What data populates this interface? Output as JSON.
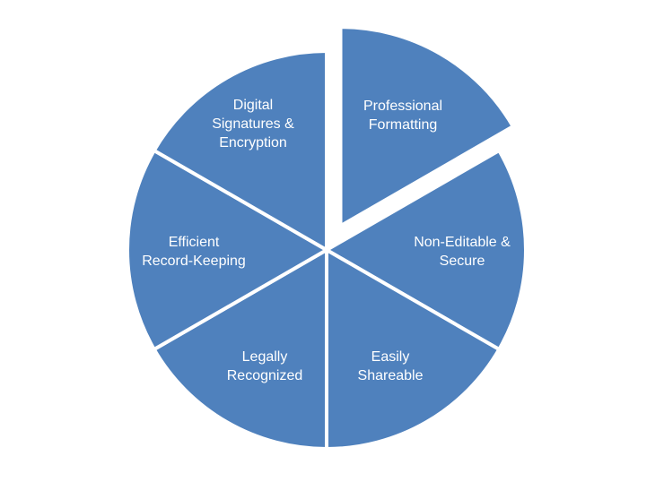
{
  "diagram": {
    "type": "exploded-pie",
    "fill_color": "#4F81BD",
    "border_color": "#FFFFFF",
    "exploded_segment": 0,
    "segments": [
      {
        "lines": [
          "Professional",
          "Formatting"
        ]
      },
      {
        "lines": [
          "Non-Editable &",
          "Secure"
        ]
      },
      {
        "lines": [
          "Easily",
          "Shareable"
        ]
      },
      {
        "lines": [
          "Legally",
          "Recognized"
        ]
      },
      {
        "lines": [
          "Efficient",
          "Record-Keeping"
        ]
      },
      {
        "lines": [
          "Digital",
          "Signatures &",
          "Encryption"
        ]
      }
    ]
  }
}
